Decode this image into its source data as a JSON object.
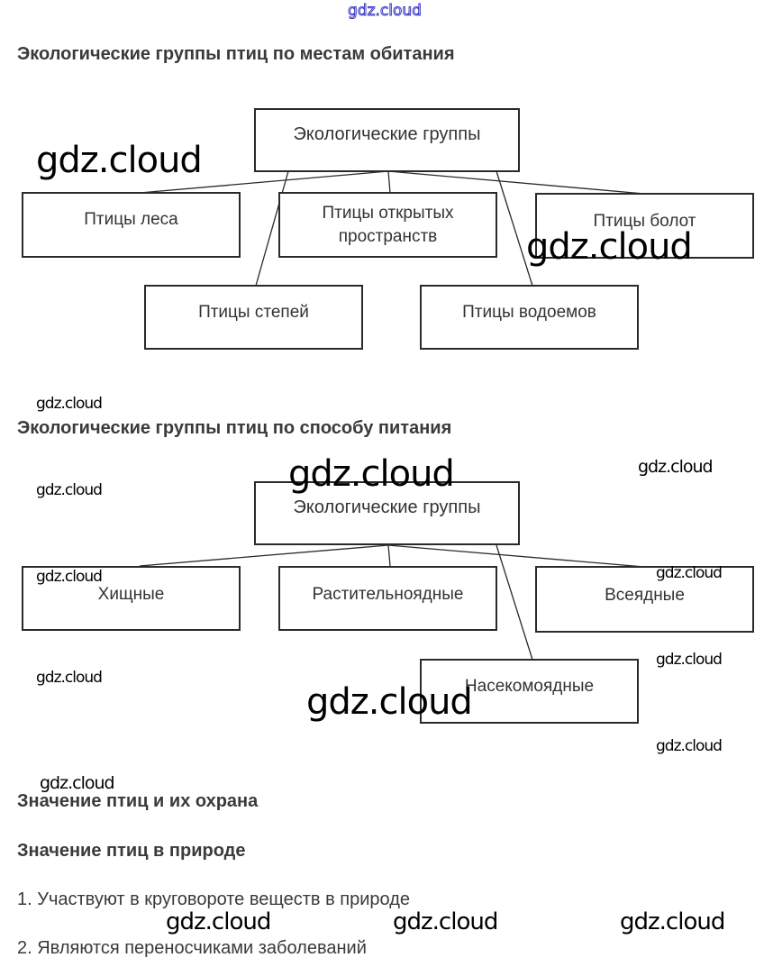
{
  "watermark": "gdz.cloud",
  "watermark_color": "#3b3bc4",
  "section1": {
    "title": "Экологические группы птиц по местам обитания",
    "root": "Экологические группы",
    "nodes": [
      {
        "label": "Птицы леса"
      },
      {
        "label_line1": "Птицы открытых",
        "label_line2": "пространств"
      },
      {
        "label": "Птицы болот"
      },
      {
        "label": "Птицы степей"
      },
      {
        "label": "Птицы водоемов"
      }
    ]
  },
  "section2": {
    "title": "Экологические группы птиц по способу питания",
    "root": "Экологические группы",
    "nodes": [
      {
        "label": "Хищные"
      },
      {
        "label": "Растительноядные"
      },
      {
        "label": "Всеядные"
      },
      {
        "label": "Насекомоядные"
      }
    ]
  },
  "section3": {
    "title": "Значение птиц и их охрана",
    "subtitle": "Значение птиц в природе",
    "items": [
      "1. Участвуют в круговороте веществ в природе",
      "2. Являются переносчиками заболеваний"
    ]
  }
}
